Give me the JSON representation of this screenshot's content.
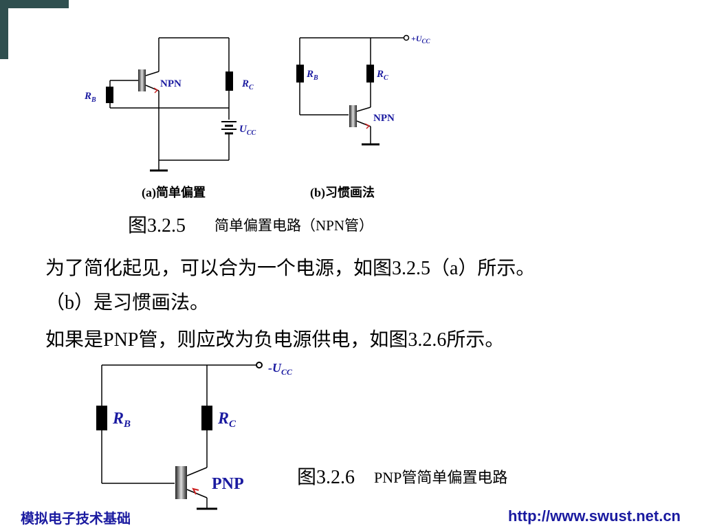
{
  "diagram_a": {
    "rb": {
      "main": "R",
      "sub": "B"
    },
    "rc": {
      "main": "R",
      "sub": "C"
    },
    "ucc": {
      "main": "U",
      "sub": "CC"
    },
    "transistor_label": "NPN",
    "caption": "(a)简单偏置"
  },
  "diagram_b": {
    "rb": {
      "main": "R",
      "sub": "B"
    },
    "rc": {
      "main": "R",
      "sub": "C"
    },
    "ucc": {
      "main": "+U",
      "sub": "CC"
    },
    "transistor_label": "NPN",
    "caption": "(b)习惯画法"
  },
  "figure_325": {
    "number": "图3.2.5",
    "title": "简单偏置电路（NPN管）"
  },
  "paragraphs": {
    "line1": "为了简化起见，可以合为一个电源，如图3.2.5（a）所示。",
    "line2": "（b）是习惯画法。",
    "line3": "如果是PNP管，则应改为负电源供电，如图3.2.6所示。"
  },
  "diagram_c": {
    "rb": {
      "main": "R",
      "sub": "B"
    },
    "rc": {
      "main": "R",
      "sub": "C"
    },
    "ucc": {
      "main": "-U",
      "sub": "CC"
    },
    "transistor_label": "PNP"
  },
  "figure_326": {
    "number": "图3.2.6",
    "title": "PNP管简单偏置电路"
  },
  "footer": {
    "left": "模拟电子技术基础",
    "right": "http://www.swust.net.cn"
  },
  "colors": {
    "wire": "#000000",
    "label": "#1a1aa0",
    "arrow": "#cc2222",
    "corner": "#2f4f4f"
  }
}
